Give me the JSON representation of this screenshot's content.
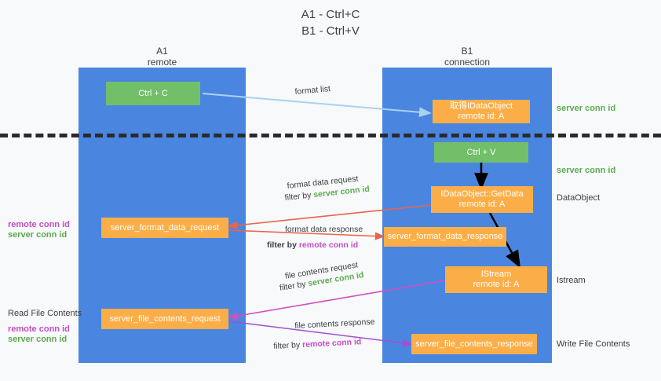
{
  "title": {
    "line1": "A1 - Ctrl+C",
    "line2": "B1 - Ctrl+V"
  },
  "columns": [
    {
      "name": "A1",
      "role": "remote"
    },
    {
      "name": "B1",
      "role": "connection"
    }
  ],
  "boxes": {
    "ctrl_c": "Ctrl + C",
    "ctrl_v": "Ctrl + V",
    "idataobject_title": "取得IDataObject",
    "idataobject_sub": "remote id: A",
    "getdata_title": "IDataObject::GetData",
    "getdata_sub": "remote id: A",
    "istream_title": "IStream",
    "istream_sub": "remote id: A",
    "server_format_data_request": "server_format_data_request",
    "server_format_data_response": "server_format_data_response",
    "server_file_contents_request": "server_file_contents_request",
    "server_file_contents_response": "server_file_contents_response"
  },
  "right_labels": {
    "server_conn_id_1": "server conn id",
    "server_conn_id_2": "server conn id",
    "dataobject": "DataObject",
    "istream": "Istream",
    "write_file_contents": "Write File Contents"
  },
  "left_labels": {
    "format_remote": "remote conn id",
    "format_server": "server conn id",
    "read_file_contents": "Read File Contents",
    "file_remote": "remote conn id",
    "file_server": "server conn id"
  },
  "arrow_labels": {
    "format_list": "format list",
    "format_data_request": "format data request",
    "format_data_request_filter_prefix": "filter by ",
    "format_data_request_filter_value": "server conn id",
    "format_data_response": "format data response",
    "format_data_response_filter_prefix": "filter by ",
    "format_data_response_filter_value": "remote conn id",
    "file_contents_request": "file contents request",
    "file_contents_request_filter_prefix": "filter by ",
    "file_contents_request_filter_value": "server conn id",
    "file_contents_response": "file contents response",
    "file_contents_response_filter_prefix": "filter by ",
    "file_contents_response_filter_value": "remote conn id"
  },
  "colors": {
    "lane": "#4a86e0",
    "green_box": "#72bf6a",
    "orange_box": "#fbae48",
    "green_text": "#5bab4f",
    "magenta_text": "#c44ec4",
    "light_blue_arrow": "#a9d2f0",
    "red_arrow": "#e8644c",
    "magenta_arrow": "#d04fc0",
    "purple_arrow": "#a24fd0",
    "black_arrow": "#000000",
    "dashed_line": "#2b2b2b"
  }
}
